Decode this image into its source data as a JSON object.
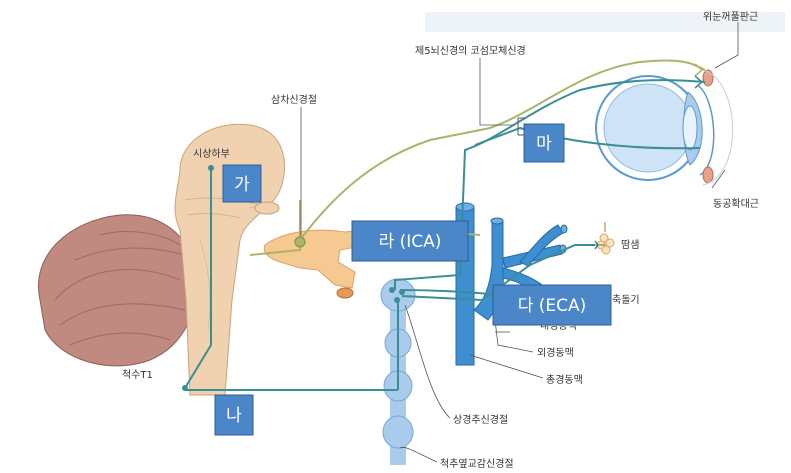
{
  "labels": {
    "hypothalamus": "시상하부",
    "trigeminal_ganglion": "삼차신경절",
    "ophthalmic_nerve": "제5뇌신경의 코섬모체신경",
    "tarsal_muscle": "위눈꺼풀판근",
    "dilator_pupillae": "동공확대근",
    "sweat_gland": "땀샘",
    "erector": "축돌기",
    "internal_carotid": "내경동맥",
    "external_carotid": "외경동맥",
    "common_carotid": "총경동맥",
    "superior_cervical_ganglion": "상경추신경절",
    "sympathetic_chain": "척추옆교감신경절",
    "spinal_t1": "척수T1"
  },
  "boxes": {
    "ga": "가",
    "na": "나",
    "da": "다 (ECA)",
    "ra": "라 (ICA)",
    "ma": "마"
  },
  "colors": {
    "nerve_green": "#a8b66a",
    "nerve_teal": "#3a8f95",
    "artery_blue": "#3d8fd1",
    "box_blue": "#4a86c8",
    "brain_peach": "#f1d2b0",
    "cerebellum": "#c08a80",
    "ganglion_orange": "#e79a55",
    "sympathetic_blue": "#a9cbec"
  }
}
